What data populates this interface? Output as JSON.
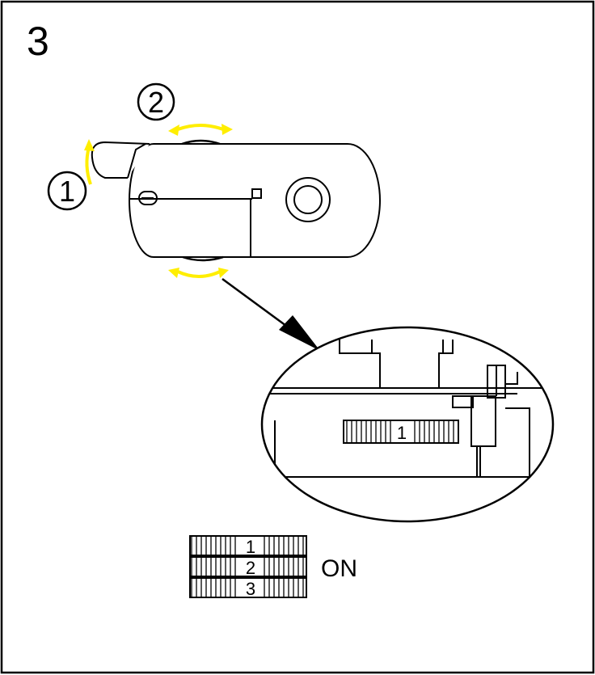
{
  "step_number": "3",
  "callouts": {
    "first": "1",
    "second": "2"
  },
  "zoom_detail": {
    "wheel_digit": "1"
  },
  "legend": {
    "wheels": [
      {
        "digit": "1"
      },
      {
        "digit": "2"
      },
      {
        "digit": "3"
      }
    ],
    "state_label": "ON"
  },
  "colors": {
    "arrow": "#ffee00",
    "line": "#000000",
    "background": "#ffffff"
  }
}
